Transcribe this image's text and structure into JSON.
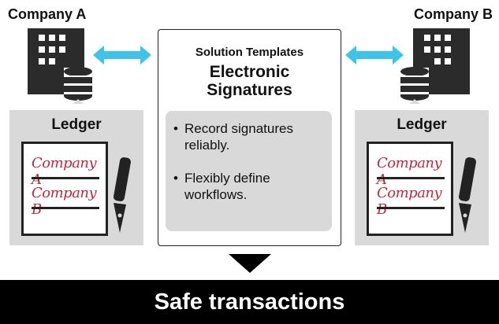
{
  "company_a": {
    "label": "Company A"
  },
  "company_b": {
    "label": "Company B"
  },
  "ledger_a": {
    "title": "Ledger",
    "signatures": [
      "Company A",
      "Company B"
    ]
  },
  "ledger_b": {
    "title": "Ledger",
    "signatures": [
      "Company A",
      "Company B"
    ]
  },
  "center": {
    "title": "Solution Templates",
    "subtitle_line1": "Electronic",
    "subtitle_line2": "Signatures",
    "bullets": [
      "Record signatures reliably.",
      "Flexibly define workflows."
    ]
  },
  "banner": {
    "text": "Safe transactions"
  },
  "colors": {
    "arrow": "#3ec3ea",
    "script": "#c0283c",
    "panel": "#d9d9d9",
    "building": "#2b2b2b"
  },
  "icons": [
    "building-icon",
    "database-icon",
    "double-arrow-icon",
    "fountain-pen-icon",
    "down-triangle-icon"
  ]
}
